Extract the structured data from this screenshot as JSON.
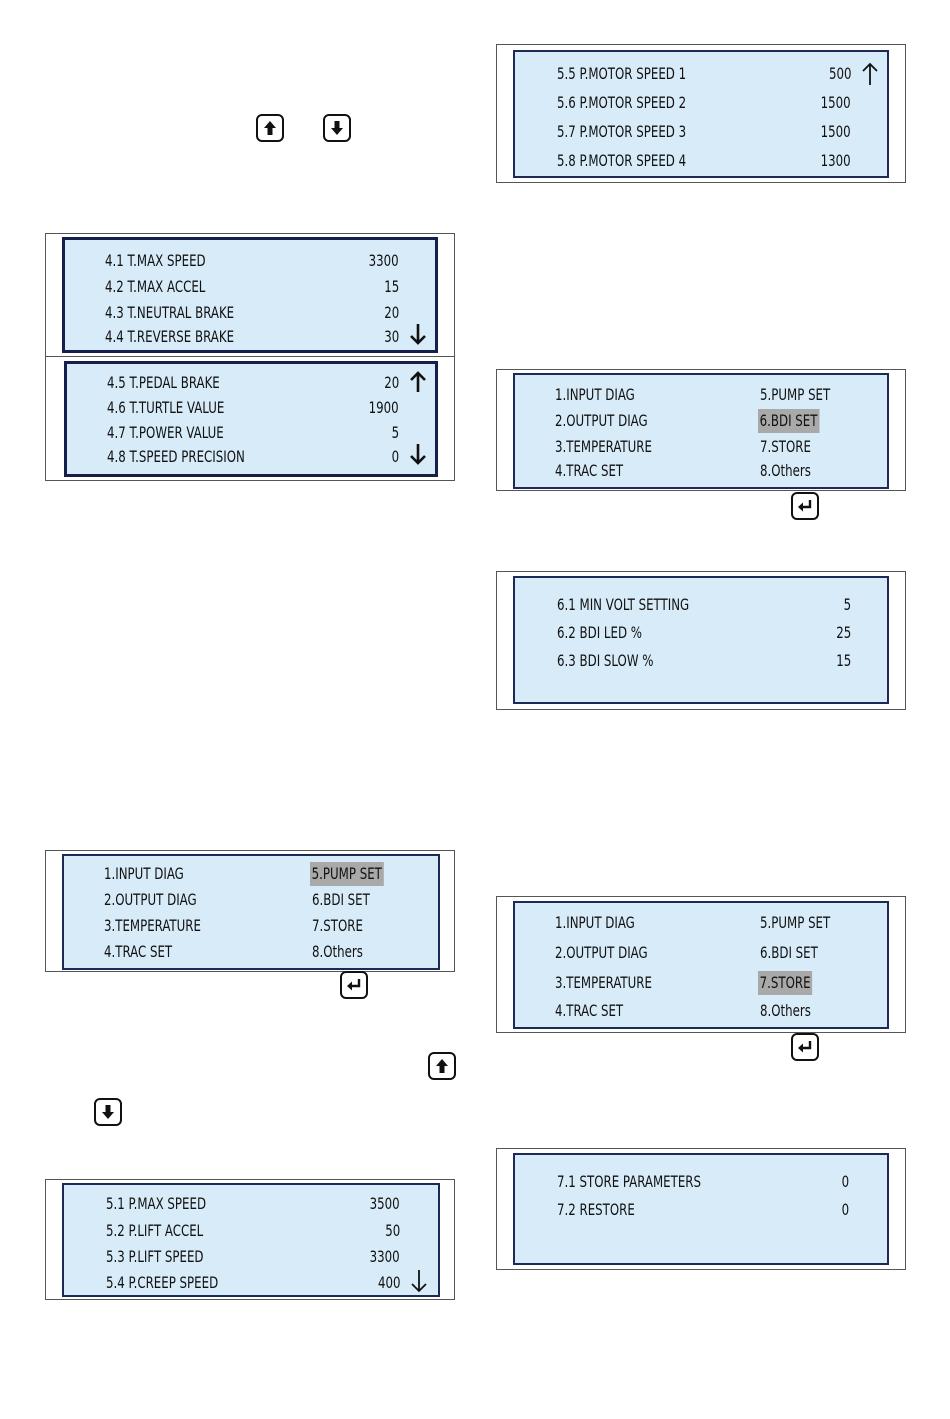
{
  "keys": {
    "up": "up-key-icon",
    "down": "down-key-icon",
    "enter": "enter-key-icon"
  },
  "trac_screen_1": {
    "rows": [
      {
        "label": "4.1 T.MAX SPEED",
        "value": "3300"
      },
      {
        "label": "4.2 T.MAX ACCEL",
        "value": "15"
      },
      {
        "label": "4.3 T.NEUTRAL BRAKE",
        "value": "20"
      },
      {
        "label": "4.4 T.REVERSE BRAKE",
        "value": "30"
      }
    ]
  },
  "trac_screen_2": {
    "rows": [
      {
        "label": "4.5 T.PEDAL BRAKE",
        "value": "20"
      },
      {
        "label": "4.6 T.TURTLE VALUE",
        "value": "1900"
      },
      {
        "label": "4.7 T.POWER VALUE",
        "value": "5"
      },
      {
        "label": "4.8 T.SPEED PRECISION",
        "value": "0"
      }
    ]
  },
  "pump_screen_2": {
    "rows": [
      {
        "label": "5.5 P.MOTOR SPEED 1",
        "value": "500"
      },
      {
        "label": "5.6 P.MOTOR SPEED 2",
        "value": "1500"
      },
      {
        "label": "5.7 P.MOTOR SPEED 3",
        "value": "1500"
      },
      {
        "label": "5.8 P.MOTOR SPEED 4",
        "value": "1300"
      }
    ]
  },
  "main_menu": {
    "items": [
      "1.INPUT DIAG",
      "2.OUTPUT DIAG",
      "3.TEMPERATURE",
      "4.TRAC SET",
      "5.PUMP SET",
      "6.BDI SET",
      "7.STORE",
      "8.Others"
    ]
  },
  "bdi_screen": {
    "rows": [
      {
        "label": "6.1 MIN VOLT SETTING",
        "value": "5"
      },
      {
        "label": "6.2 BDI LED %",
        "value": "25"
      },
      {
        "label": "6.3 BDI SLOW %",
        "value": "15"
      }
    ]
  },
  "pump_screen_1": {
    "rows": [
      {
        "label": "5.1 P.MAX SPEED",
        "value": "3500"
      },
      {
        "label": "5.2 P.LIFT ACCEL",
        "value": "50"
      },
      {
        "label": "5.3 P.LIFT SPEED",
        "value": "3300"
      },
      {
        "label": "5.4 P.CREEP SPEED",
        "value": "400"
      }
    ]
  },
  "store_screen": {
    "rows": [
      {
        "label": "7.1 STORE PARAMETERS",
        "value": "0"
      },
      {
        "label": "7.2 RESTORE",
        "value": "0"
      }
    ]
  }
}
